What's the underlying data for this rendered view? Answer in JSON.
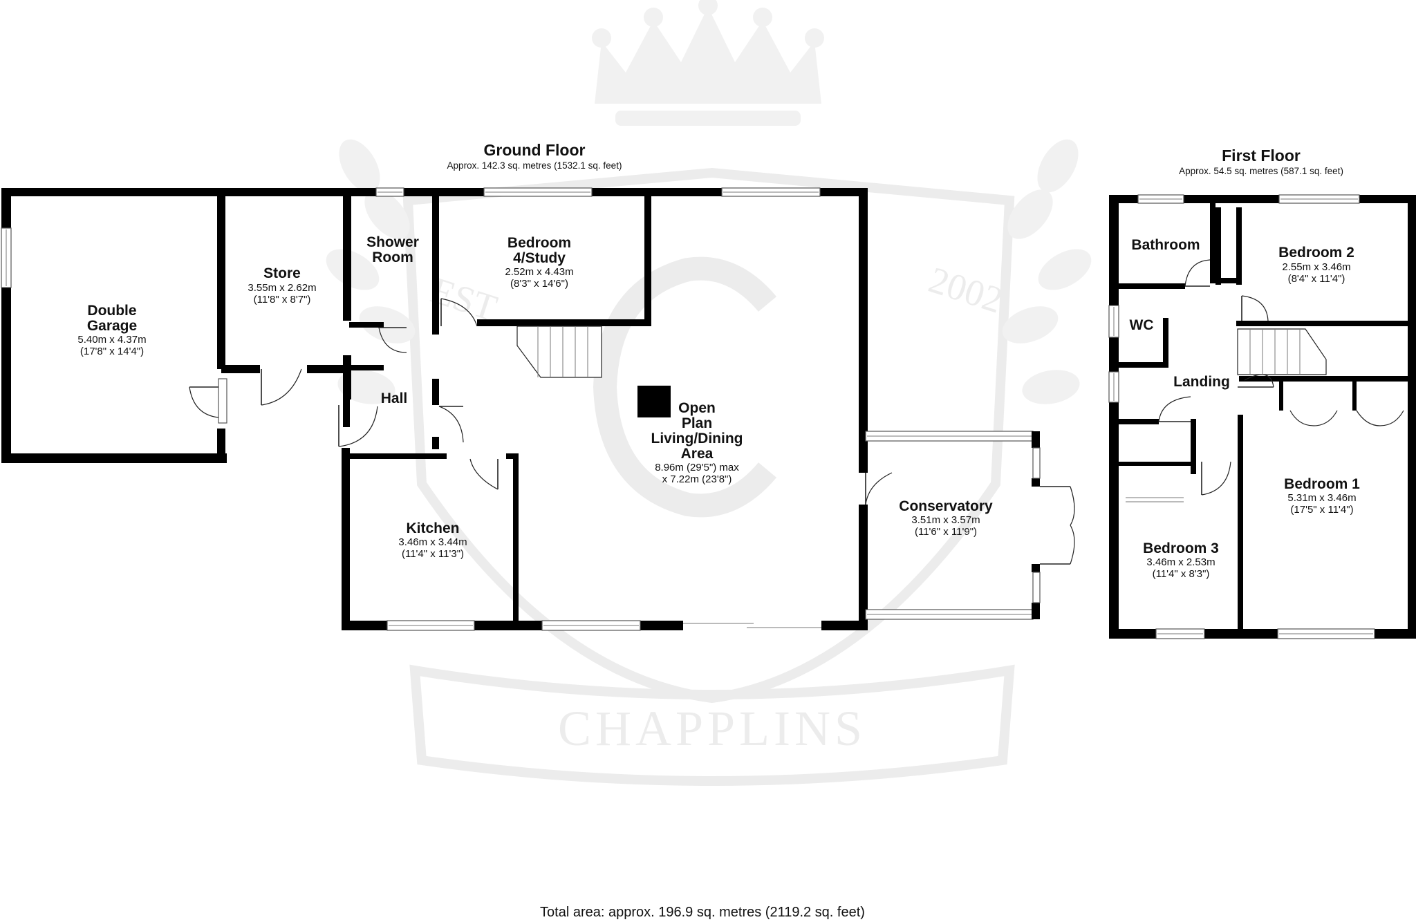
{
  "watermark": {
    "brand": "CHAPPLINS",
    "est_text": "EST",
    "year_text": "2002",
    "emblem_icon": "crown-laurel-emblem"
  },
  "ground_floor": {
    "title": "Ground Floor",
    "area": "Approx. 142.3 sq. metres (1532.1 sq. feet)",
    "rooms": {
      "garage": {
        "name1": "Double",
        "name2": "Garage",
        "dim1": "5.40m x 4.37m",
        "dim2": "(17'8\" x 14'4\")"
      },
      "store": {
        "name": "Store",
        "dim1": "3.55m x 2.62m",
        "dim2": "(11'8\" x 8'7\")"
      },
      "shower": {
        "name1": "Shower",
        "name2": "Room"
      },
      "bedroom4": {
        "name1": "Bedroom",
        "name2": "4/Study",
        "dim1": "2.52m x 4.43m",
        "dim2": "(8'3\" x 14'6\")"
      },
      "hall": {
        "name": "Hall"
      },
      "living": {
        "name1": "Open",
        "name2": "Plan",
        "name3": "Living/Dining",
        "name4": "Area",
        "dim1": "8.96m (29'5\") max",
        "dim2": "x 7.22m (23'8\")"
      },
      "kitchen": {
        "name": "Kitchen",
        "dim1": "3.46m x 3.44m",
        "dim2": "(11'4\" x 11'3\")"
      },
      "conservatory": {
        "name": "Conservatory",
        "dim1": "3.51m x 3.57m",
        "dim2": "(11'6\" x 11'9\")"
      }
    }
  },
  "first_floor": {
    "title": "First Floor",
    "area": "Approx. 54.5 sq. metres (587.1 sq. feet)",
    "rooms": {
      "bathroom": {
        "name": "Bathroom"
      },
      "bedroom2": {
        "name": "Bedroom 2",
        "dim1": "2.55m x 3.46m",
        "dim2": "(8'4\" x 11'4\")"
      },
      "wc": {
        "name": "WC"
      },
      "landing": {
        "name": "Landing"
      },
      "bedroom1": {
        "name": "Bedroom 1",
        "dim1": "5.31m x 3.46m",
        "dim2": "(17'5\" x 11'4\")"
      },
      "bedroom3": {
        "name": "Bedroom 3",
        "dim1": "3.46m x 2.53m",
        "dim2": "(11'4\" x 8'3\")"
      }
    }
  },
  "total_area": "Total area: approx. 196.9 sq. metres (2119.2 sq. feet)"
}
